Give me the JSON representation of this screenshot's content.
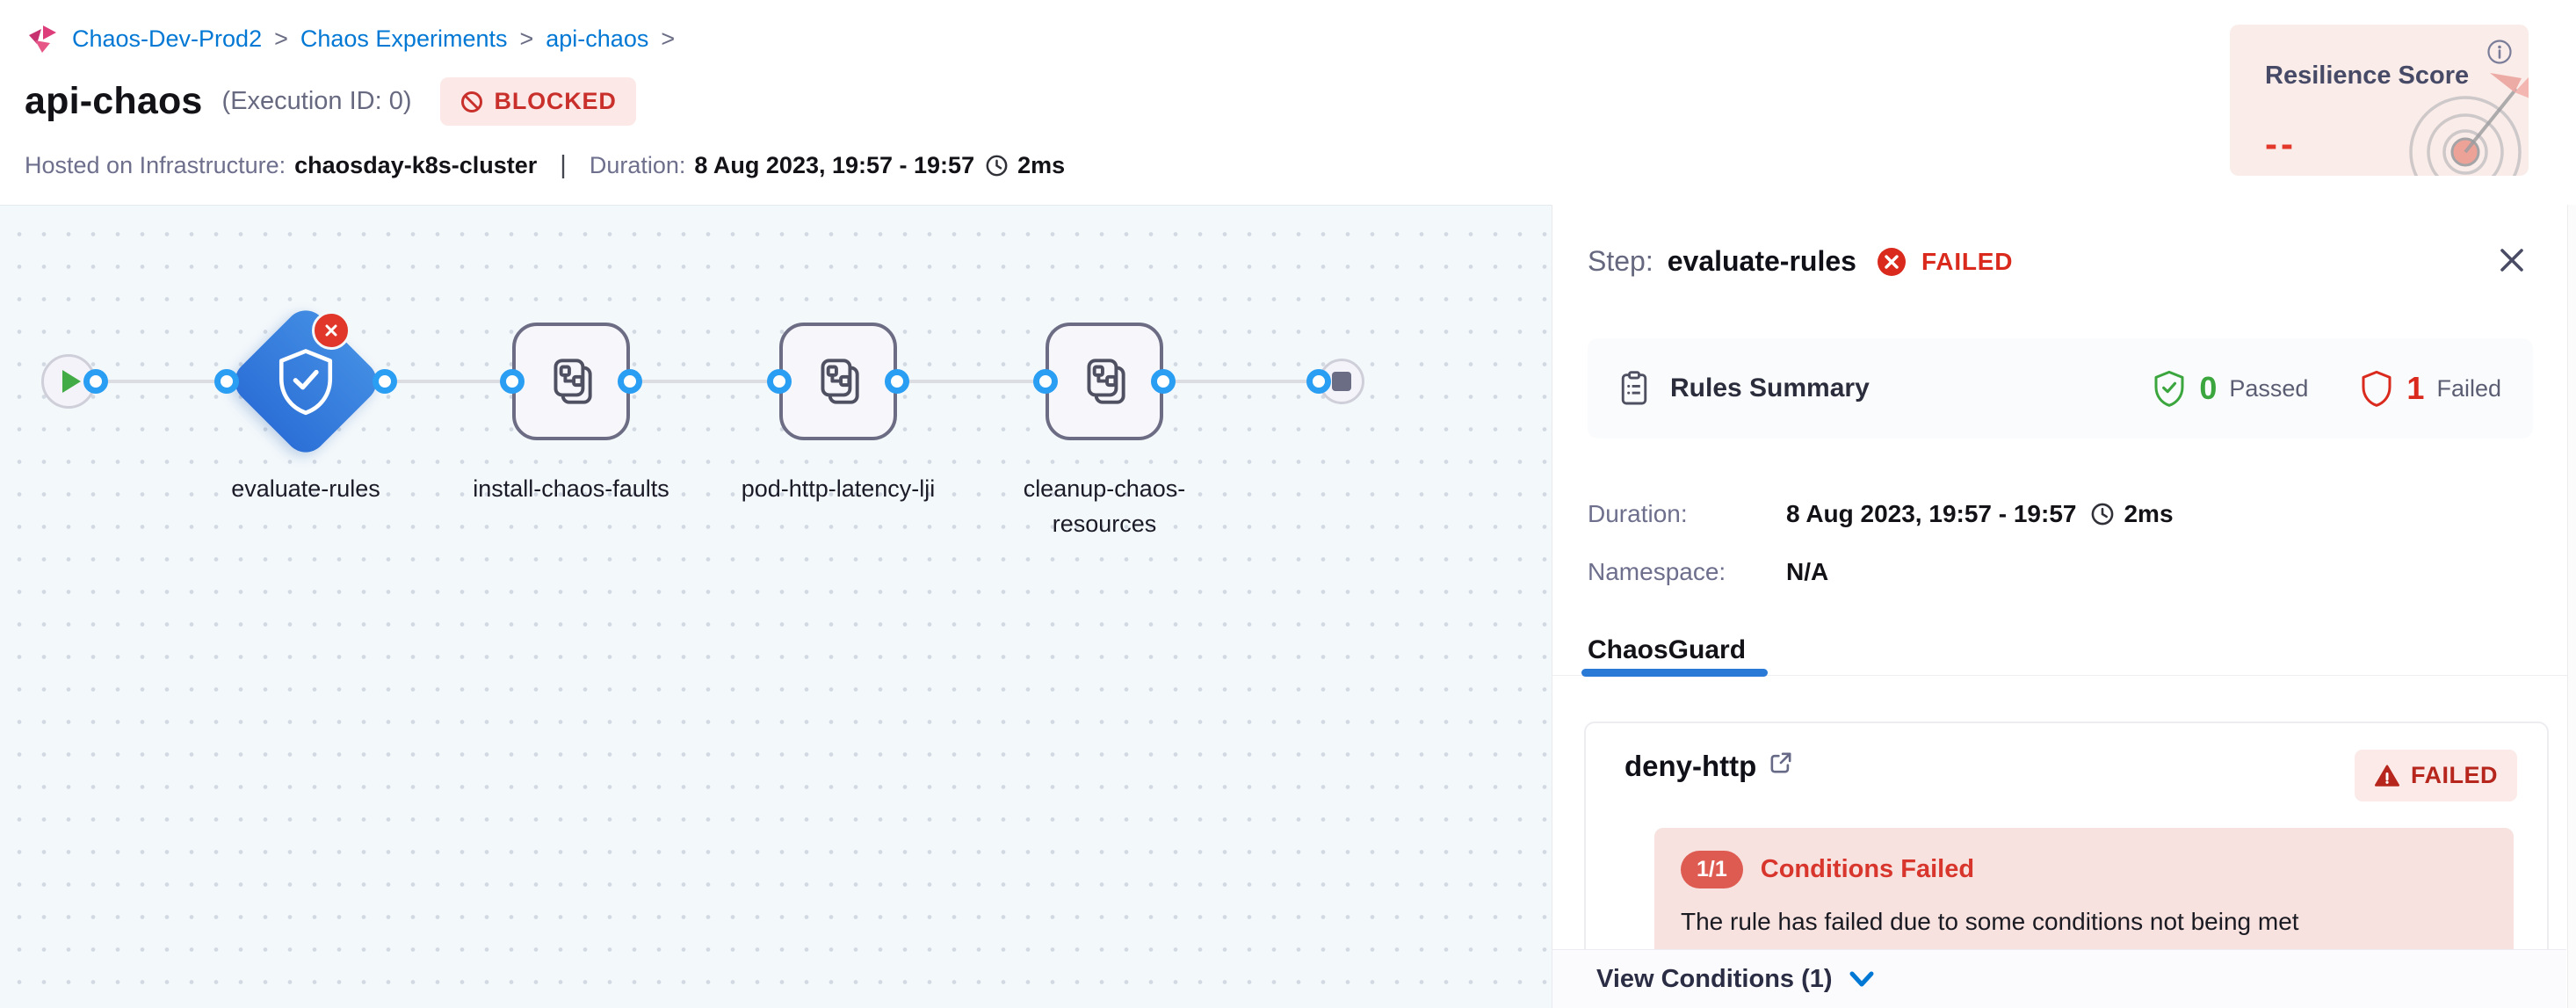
{
  "colors": {
    "accent": "#0278d5",
    "failed_red": "#da291d",
    "success_green": "#42ab45",
    "blocked_red": "#c9302b"
  },
  "breadcrumb": {
    "items": [
      {
        "label": "Chaos-Dev-Prod2"
      },
      {
        "label": "Chaos Experiments"
      },
      {
        "label": "api-chaos"
      }
    ],
    "sep": ">"
  },
  "header": {
    "title": "api-chaos",
    "execution_id": "(Execution ID: 0)",
    "status_badge": "BLOCKED",
    "infra_label": "Hosted on Infrastructure:",
    "infra_value": "chaosday-k8s-cluster",
    "meta_pipe": "|",
    "duration_label": "Duration:",
    "duration_value": "8 Aug 2023, 19:57 - 19:57",
    "duration_elapsed": "2ms",
    "resilience": {
      "title": "Resilience Score",
      "value": "--"
    }
  },
  "pipeline": {
    "nodes": [
      {
        "label": "evaluate-rules"
      },
      {
        "label": "install-chaos-faults"
      },
      {
        "label": "pod-http-latency-lji"
      },
      {
        "label": "cleanup-chaos-resources"
      }
    ]
  },
  "panel": {
    "step_label": "Step:",
    "step_name": "evaluate-rules",
    "step_status": "FAILED",
    "rules_summary": {
      "title": "Rules Summary",
      "passed_count": "0",
      "passed_label": "Passed",
      "failed_count": "1",
      "failed_label": "Failed"
    },
    "duration": {
      "label": "Duration:",
      "value": "8 Aug 2023, 19:57 - 19:57",
      "elapsed": "2ms"
    },
    "namespace": {
      "label": "Namespace:",
      "value": "N/A"
    },
    "tab": "ChaosGuard",
    "rule_card": {
      "name": "deny-http",
      "status": "FAILED",
      "conditions_ratio": "1/1",
      "conditions_title": "Conditions Failed",
      "conditions_message": "The rule has failed due to some conditions not being met"
    },
    "footer": {
      "view_conditions": "View Conditions (1)"
    }
  }
}
